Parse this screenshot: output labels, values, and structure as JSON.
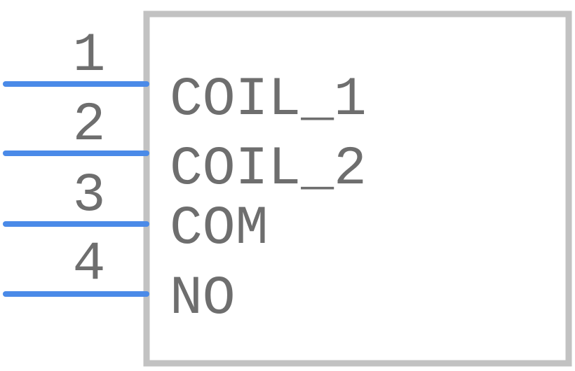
{
  "component": {
    "body_color": "#c2c2c2",
    "pin_color": "#4a8ae8",
    "text_color": "#6e6e6e",
    "pins": [
      {
        "number": "1",
        "name": "COIL_1"
      },
      {
        "number": "2",
        "name": "COIL_2"
      },
      {
        "number": "3",
        "name": "COM"
      },
      {
        "number": "4",
        "name": "NO"
      }
    ]
  }
}
